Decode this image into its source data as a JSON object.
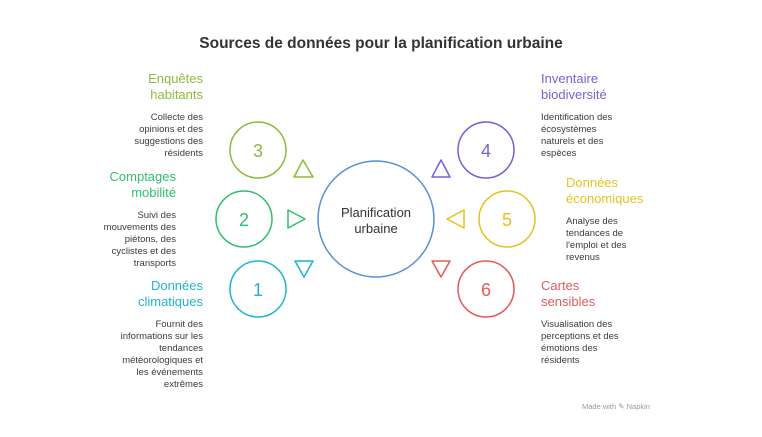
{
  "title": "Sources de données pour la planification urbaine",
  "center": {
    "line1": "Planification",
    "line2": "urbaine"
  },
  "items": [
    {
      "number": "3",
      "label_line1": "Enquêtes",
      "label_line2": "habitants",
      "color": "#8dbb3c",
      "desc": [
        "Collecte des",
        "opinions et des",
        "suggestions des",
        "résidents"
      ]
    },
    {
      "number": "2",
      "label_line1": "Comptages",
      "label_line2": "mobilité",
      "color": "#2fbf71",
      "desc": [
        "Suivi des",
        "mouvements des",
        "piétons, des",
        "cyclistes et des",
        "transports"
      ]
    },
    {
      "number": "1",
      "label_line1": "Données",
      "label_line2": "climatiques",
      "color": "#1fb5d0",
      "desc": [
        "Fournit des",
        "informations sur les",
        "tendances",
        "météorologiques et",
        "les événements",
        "extrêmes"
      ]
    },
    {
      "number": "4",
      "label_line1": "Inventaire",
      "label_line2": "biodiversité",
      "color": "#7b5fd6",
      "desc": [
        "Identification des",
        "écosystèmes",
        "naturels et des",
        "espèces"
      ]
    },
    {
      "number": "5",
      "label_line1": "Données",
      "label_line2": "économiques",
      "color": "#e6c21f",
      "desc": [
        "Analyse des",
        "tendances de",
        "l'emploi et des",
        "revenus"
      ]
    },
    {
      "number": "6",
      "label_line1": "Cartes",
      "label_line2": "sensibles",
      "color": "#e35a5a",
      "desc": [
        "Visualisation des",
        "perceptions et des",
        "émotions des",
        "résidents"
      ]
    }
  ],
  "center_color": "#5b8dd9",
  "footer": "Made with ✎ Napkin"
}
